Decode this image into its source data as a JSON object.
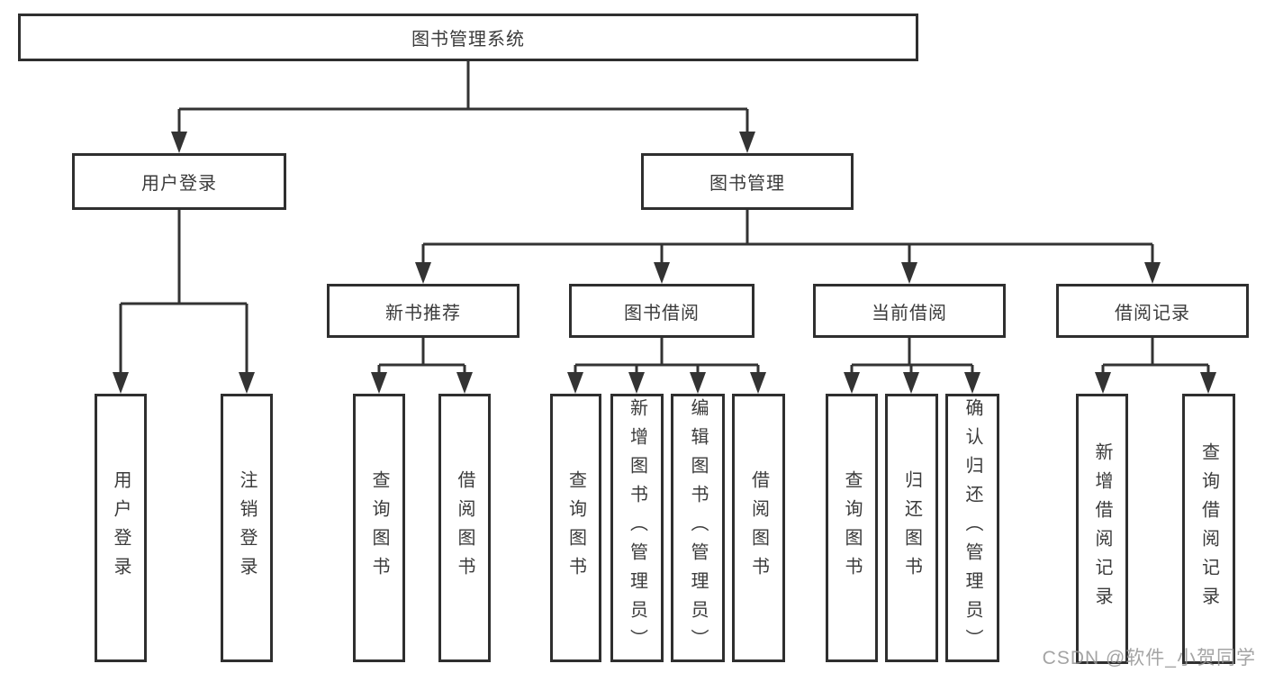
{
  "diagram_title": "图书管理系统",
  "tree": {
    "root": {
      "label": "图书管理系统"
    },
    "user_login_branch": {
      "label": "用户登录",
      "children": [
        {
          "label": "用户登录"
        },
        {
          "label": "注销登录"
        }
      ]
    },
    "book_mgmt_branch": {
      "label": "图书管理",
      "groups": [
        {
          "label": "新书推荐",
          "children": [
            {
              "label": "查询图书"
            },
            {
              "label": "借阅图书"
            }
          ]
        },
        {
          "label": "图书借阅",
          "children": [
            {
              "label": "查询图书"
            },
            {
              "label": "新增图书（管理员）"
            },
            {
              "label": "编辑图书（管理员）"
            },
            {
              "label": "借阅图书"
            }
          ]
        },
        {
          "label": "当前借阅",
          "children": [
            {
              "label": "查询图书"
            },
            {
              "label": "归还图书"
            },
            {
              "label": "确认归还（管理员）"
            }
          ]
        },
        {
          "label": "借阅记录",
          "children": [
            {
              "label": "新增借阅记录"
            },
            {
              "label": "查询借阅记录"
            }
          ]
        }
      ]
    }
  },
  "watermark": {
    "text": "CSDN @软件_小贺同学"
  },
  "colors": {
    "line": "#333333",
    "box_border": "#2f2f2f",
    "text": "#3b3b3b",
    "watermark": "#949494",
    "background": "#ffffff"
  }
}
